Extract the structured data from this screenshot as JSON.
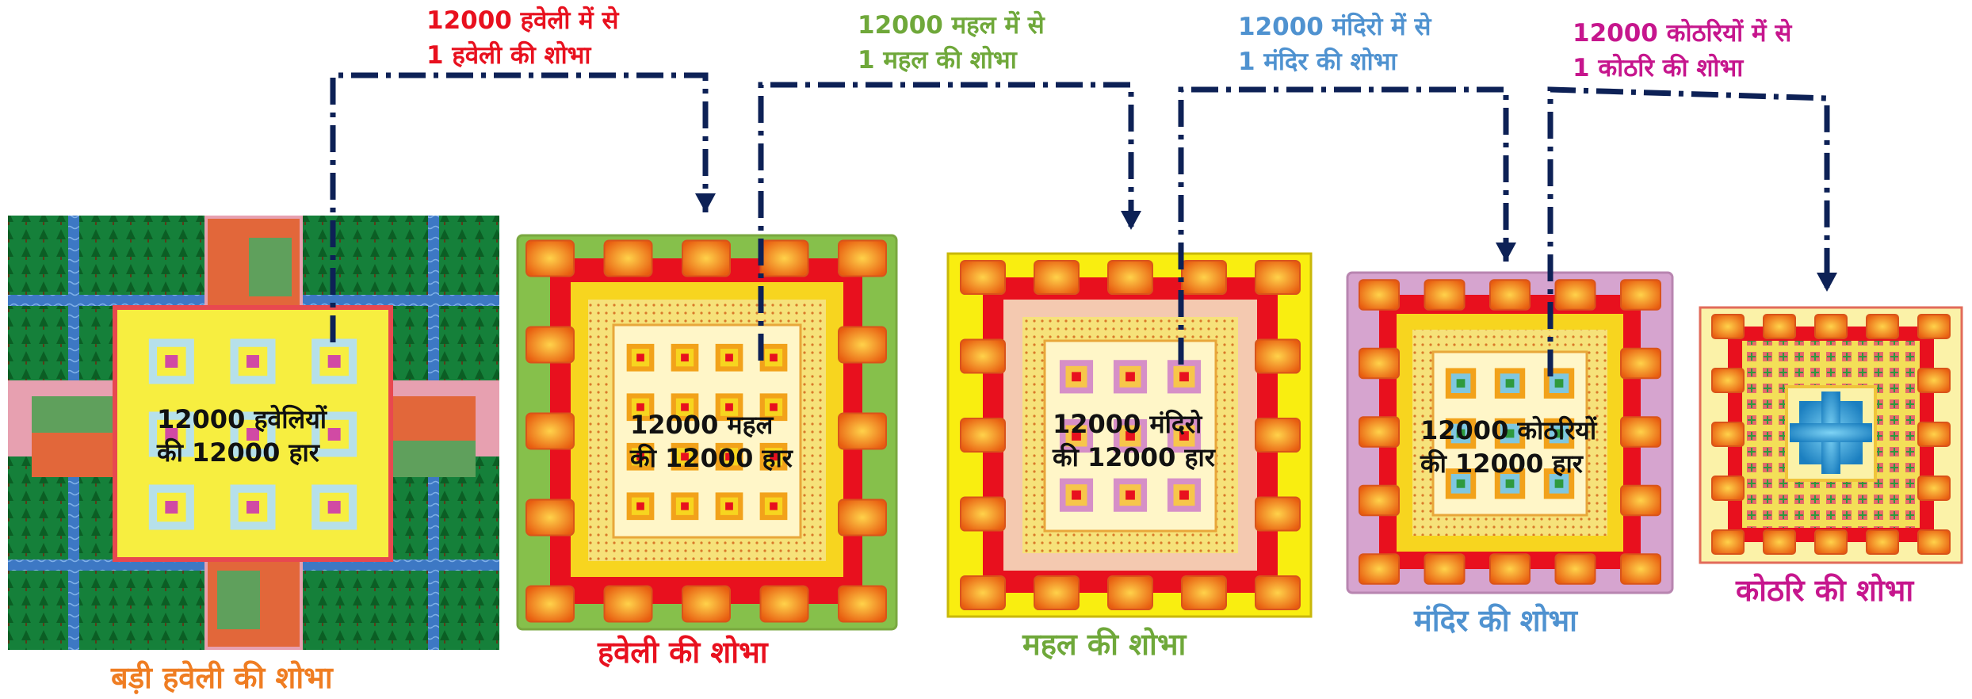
{
  "colors": {
    "connector": "#0d2156",
    "red": "#e8101e",
    "green": "#6fa83a",
    "blue": "#4f92d0",
    "magenta": "#c6168d",
    "orange": "#ef7d22"
  },
  "headers": [
    {
      "line1": "12000 हवेली में से",
      "line2": "1 हवेली की शोभा"
    },
    {
      "line1": "12000 महल में से",
      "line2": "1 महल की शोभा"
    },
    {
      "line1": "12000 मंदिरो में से",
      "line2": "1 मंदिर की शोभा"
    },
    {
      "line1": "12000 कोठरियों में से",
      "line2": "1 कोठरि की शोभा"
    }
  ],
  "panels": [
    {
      "caption": "बड़ी हवेली की शोभा",
      "inner_line1": "12000 हवेलियों",
      "inner_line2": "की 12000 हार"
    },
    {
      "caption": "हवेली की शोभा",
      "inner_line1": "12000 महल",
      "inner_line2": "की 12000 हार"
    },
    {
      "caption": "महल की शोभा",
      "inner_line1": "12000 मंदिरो",
      "inner_line2": "की 12000 हार"
    },
    {
      "caption": "मंदिर की शोभा",
      "inner_line1": "12000 कोठरियों",
      "inner_line2": "की 12000 हार"
    },
    {
      "caption": "कोठरि की शोभा"
    }
  ]
}
